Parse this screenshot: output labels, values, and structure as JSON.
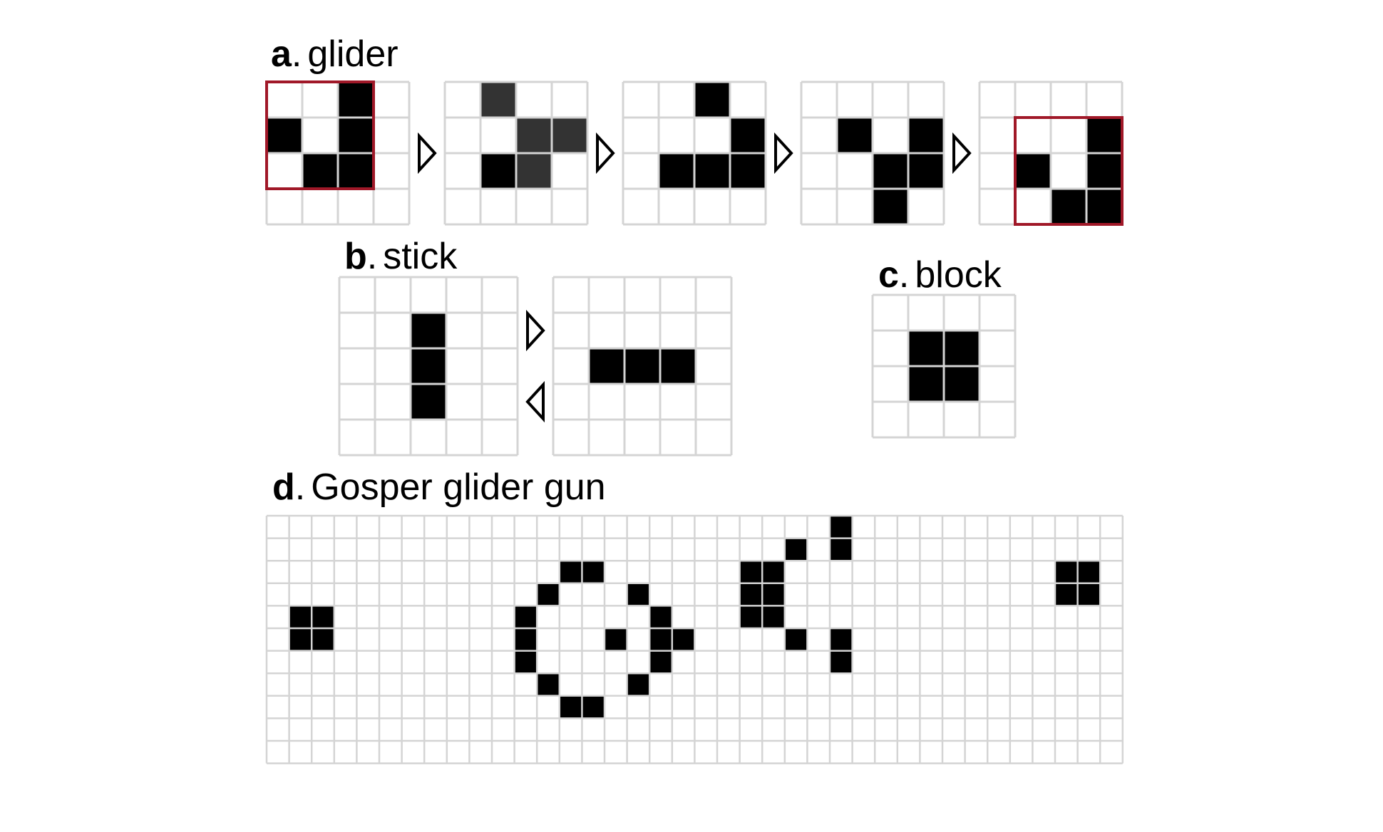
{
  "panels": {
    "a": {
      "letter": "a",
      "title": "glider",
      "frames": [
        {
          "rows": 4,
          "cols": 4,
          "black": [
            [
              0,
              2
            ],
            [
              1,
              0
            ],
            [
              1,
              2
            ],
            [
              2,
              1
            ],
            [
              2,
              2
            ]
          ],
          "gray": [],
          "highlight": {
            "row": 0,
            "col": 0,
            "rows": 3,
            "cols": 3
          }
        },
        {
          "rows": 4,
          "cols": 4,
          "black": [
            [
              2,
              1
            ]
          ],
          "gray": [
            [
              0,
              1
            ],
            [
              1,
              2
            ],
            [
              1,
              3
            ],
            [
              2,
              2
            ]
          ],
          "highlight": null
        },
        {
          "rows": 4,
          "cols": 4,
          "black": [
            [
              0,
              2
            ],
            [
              1,
              3
            ],
            [
              2,
              1
            ],
            [
              2,
              2
            ],
            [
              2,
              3
            ]
          ],
          "gray": [],
          "highlight": null
        },
        {
          "rows": 4,
          "cols": 4,
          "black": [
            [
              1,
              1
            ],
            [
              1,
              3
            ],
            [
              2,
              2
            ],
            [
              2,
              3
            ],
            [
              3,
              2
            ]
          ],
          "gray": [],
          "highlight": null
        },
        {
          "rows": 4,
          "cols": 4,
          "black": [
            [
              1,
              3
            ],
            [
              2,
              1
            ],
            [
              2,
              3
            ],
            [
              3,
              2
            ],
            [
              3,
              3
            ]
          ],
          "gray": [],
          "highlight": {
            "row": 1,
            "col": 1,
            "rows": 3,
            "cols": 3
          }
        }
      ]
    },
    "b": {
      "letter": "b",
      "title": "stick",
      "frames": [
        {
          "rows": 5,
          "cols": 5,
          "black": [
            [
              1,
              2
            ],
            [
              2,
              2
            ],
            [
              3,
              2
            ]
          ],
          "gray": []
        },
        {
          "rows": 5,
          "cols": 5,
          "black": [
            [
              2,
              1
            ],
            [
              2,
              2
            ],
            [
              2,
              3
            ]
          ],
          "gray": []
        }
      ]
    },
    "c": {
      "letter": "c",
      "title": "block",
      "frames": [
        {
          "rows": 4,
          "cols": 4,
          "black": [
            [
              1,
              1
            ],
            [
              1,
              2
            ],
            [
              2,
              1
            ],
            [
              2,
              2
            ]
          ],
          "gray": []
        }
      ]
    },
    "d": {
      "letter": "d",
      "title": "Gosper glider gun",
      "frames": [
        {
          "rows": 11,
          "cols": 38,
          "black": [
            [
              0,
              25
            ],
            [
              1,
              23
            ],
            [
              1,
              25
            ],
            [
              2,
              13
            ],
            [
              2,
              14
            ],
            [
              2,
              21
            ],
            [
              2,
              22
            ],
            [
              2,
              35
            ],
            [
              2,
              36
            ],
            [
              3,
              12
            ],
            [
              3,
              16
            ],
            [
              3,
              21
            ],
            [
              3,
              22
            ],
            [
              3,
              35
            ],
            [
              3,
              36
            ],
            [
              4,
              1
            ],
            [
              4,
              2
            ],
            [
              4,
              11
            ],
            [
              4,
              17
            ],
            [
              4,
              21
            ],
            [
              4,
              22
            ],
            [
              5,
              1
            ],
            [
              5,
              2
            ],
            [
              5,
              11
            ],
            [
              5,
              15
            ],
            [
              5,
              17
            ],
            [
              5,
              18
            ],
            [
              5,
              23
            ],
            [
              5,
              25
            ],
            [
              6,
              11
            ],
            [
              6,
              17
            ],
            [
              6,
              25
            ],
            [
              7,
              12
            ],
            [
              7,
              16
            ],
            [
              8,
              13
            ],
            [
              8,
              14
            ]
          ],
          "gray": []
        }
      ]
    }
  },
  "colors": {
    "grid_line": "#d4d4d4",
    "cell_black": "#000000",
    "cell_gray": "#333333",
    "highlight": "#a01828",
    "arrow": "#000000"
  },
  "arrow_icon": "triangle-outline-icon"
}
